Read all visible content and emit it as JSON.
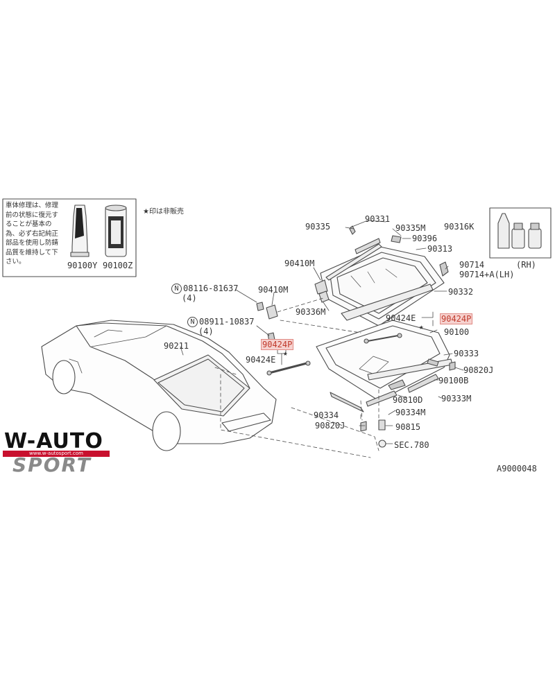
{
  "note": {
    "text": "車体修理は、修理前の状態に復元することが基本の為、必ず右記純正部品を使用し防錆品質を維持して下さい。",
    "legend": "★印は非販売"
  },
  "kits": [
    {
      "part": "90100Y"
    },
    {
      "part": "90100Z"
    },
    {
      "part": "90316K"
    }
  ],
  "labels": {
    "p90331": "90331",
    "p90335": "90335",
    "p90335m": "90335M",
    "p90396": "90396",
    "p90313": "90313",
    "p90714": "90714",
    "p90714_rh": "(RH)",
    "p90714a": "90714+A(LH)",
    "p90332": "90332",
    "p90410m_a": "90410M",
    "p90410m_b": "90410M",
    "p90336m": "90336M",
    "p08116": "08116-81637",
    "p08116_qty": "(4)",
    "p08911": "08911-10837",
    "p08911_qty": "(4)",
    "p90424e_r": "90424E",
    "p90424p_r": "90424P",
    "p90100": "90100",
    "p90424p_l": "90424P",
    "p90424e_l": "90424E",
    "p90211": "90211",
    "p90333": "90333",
    "p90820j_r": "90820J",
    "p90100b": "90100B",
    "p90810d": "90810D",
    "p90333m": "90333M",
    "p90334m": "90334M",
    "p90334": "90334",
    "p90820j_l": "90820J",
    "p90815": "90815",
    "sec780": "SEC.780",
    "circle_n": "N",
    "star": "★"
  },
  "diagram_code": "A9000048",
  "logo": {
    "line1": "W-AUTO",
    "url": "www.w-autosport.com",
    "line2": "SPORT"
  },
  "colors": {
    "line": "#4a4a4a",
    "highlight": "#c0392b",
    "highlight_bg": "#f6d2cf",
    "logo_red": "#c8102e"
  }
}
